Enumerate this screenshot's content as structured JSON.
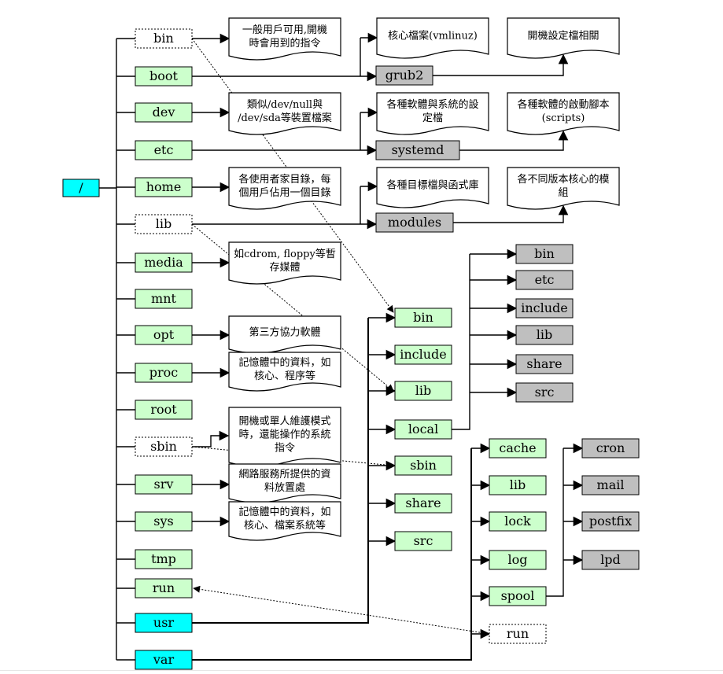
{
  "colors": {
    "green": "#ccffcc",
    "cyan": "#00ffff",
    "gray": "#bfbfbf",
    "white": "#ffffff",
    "line": "#000000"
  },
  "nodes": [
    {
      "id": "root",
      "label": "/",
      "style": "cyan",
      "name": "node-root"
    },
    {
      "id": "bin",
      "label": "bin",
      "style": "dashed",
      "name": "node-bin"
    },
    {
      "id": "boot",
      "label": "boot",
      "style": "green",
      "name": "node-boot"
    },
    {
      "id": "dev",
      "label": "dev",
      "style": "green",
      "name": "node-dev"
    },
    {
      "id": "etc",
      "label": "etc",
      "style": "green",
      "name": "node-etc"
    },
    {
      "id": "home",
      "label": "home",
      "style": "green",
      "name": "node-home"
    },
    {
      "id": "lib",
      "label": "lib",
      "style": "dashed",
      "name": "node-lib"
    },
    {
      "id": "media",
      "label": "media",
      "style": "green",
      "name": "node-media"
    },
    {
      "id": "mnt",
      "label": "mnt",
      "style": "green",
      "name": "node-mnt"
    },
    {
      "id": "opt",
      "label": "opt",
      "style": "green",
      "name": "node-opt"
    },
    {
      "id": "proc",
      "label": "proc",
      "style": "green",
      "name": "node-proc"
    },
    {
      "id": "root_dir",
      "label": "root",
      "style": "green",
      "name": "node-root-dir"
    },
    {
      "id": "sbin",
      "label": "sbin",
      "style": "dashed",
      "name": "node-sbin"
    },
    {
      "id": "srv",
      "label": "srv",
      "style": "green",
      "name": "node-srv"
    },
    {
      "id": "sys",
      "label": "sys",
      "style": "green",
      "name": "node-sys"
    },
    {
      "id": "tmp",
      "label": "tmp",
      "style": "green",
      "name": "node-tmp"
    },
    {
      "id": "run",
      "label": "run",
      "style": "green",
      "name": "node-run"
    },
    {
      "id": "usr",
      "label": "usr",
      "style": "cyan",
      "name": "node-usr"
    },
    {
      "id": "var",
      "label": "var",
      "style": "cyan",
      "name": "node-var"
    },
    {
      "id": "grub2",
      "label": "grub2",
      "style": "gray",
      "name": "node-grub2"
    },
    {
      "id": "systemd",
      "label": "systemd",
      "style": "gray",
      "name": "node-systemd"
    },
    {
      "id": "modules",
      "label": "modules",
      "style": "gray",
      "name": "node-modules"
    },
    {
      "id": "usr_bin",
      "label": "bin",
      "style": "green",
      "name": "node-usr-bin"
    },
    {
      "id": "usr_include",
      "label": "include",
      "style": "green",
      "name": "node-usr-include"
    },
    {
      "id": "usr_lib",
      "label": "lib",
      "style": "green",
      "name": "node-usr-lib"
    },
    {
      "id": "usr_local",
      "label": "local",
      "style": "green",
      "name": "node-usr-local"
    },
    {
      "id": "usr_sbin",
      "label": "sbin",
      "style": "green",
      "name": "node-usr-sbin"
    },
    {
      "id": "usr_share",
      "label": "share",
      "style": "green",
      "name": "node-usr-share"
    },
    {
      "id": "usr_src",
      "label": "src",
      "style": "green",
      "name": "node-usr-src"
    },
    {
      "id": "local_bin",
      "label": "bin",
      "style": "gray",
      "name": "node-local-bin"
    },
    {
      "id": "local_etc",
      "label": "etc",
      "style": "gray",
      "name": "node-local-etc"
    },
    {
      "id": "local_include",
      "label": "include",
      "style": "gray",
      "name": "node-local-include"
    },
    {
      "id": "local_lib",
      "label": "lib",
      "style": "gray",
      "name": "node-local-lib"
    },
    {
      "id": "local_share",
      "label": "share",
      "style": "gray",
      "name": "node-local-share"
    },
    {
      "id": "local_src",
      "label": "src",
      "style": "gray",
      "name": "node-local-src"
    },
    {
      "id": "var_cache",
      "label": "cache",
      "style": "green",
      "name": "node-var-cache"
    },
    {
      "id": "var_lib",
      "label": "lib",
      "style": "green",
      "name": "node-var-lib"
    },
    {
      "id": "var_lock",
      "label": "lock",
      "style": "green",
      "name": "node-var-lock"
    },
    {
      "id": "var_log",
      "label": "log",
      "style": "green",
      "name": "node-var-log"
    },
    {
      "id": "var_spool",
      "label": "spool",
      "style": "green",
      "name": "node-var-spool"
    },
    {
      "id": "var_run",
      "label": "run",
      "style": "dashed",
      "name": "node-var-run"
    },
    {
      "id": "spool_cron",
      "label": "cron",
      "style": "gray",
      "name": "node-spool-cron"
    },
    {
      "id": "spool_mail",
      "label": "mail",
      "style": "gray",
      "name": "node-spool-mail"
    },
    {
      "id": "spool_postfix",
      "label": "postfix",
      "style": "gray",
      "name": "node-spool-postfix"
    },
    {
      "id": "spool_lpd",
      "label": "lpd",
      "style": "gray",
      "name": "node-spool-lpd"
    }
  ],
  "notes": [
    {
      "id": "n_bin",
      "lines": [
        "一般用戶可用,開機",
        "時會用到的指令"
      ],
      "name": "note-bin"
    },
    {
      "id": "n_dev",
      "lines": [
        "類似/dev/null與",
        "/dev/sda等裝置檔案"
      ],
      "name": "note-dev"
    },
    {
      "id": "n_home",
      "lines": [
        "各使用者家目錄，每",
        "個用戶佔用一個目錄"
      ],
      "name": "note-home"
    },
    {
      "id": "n_media",
      "lines": [
        "如cdrom, floppy等暫",
        "存媒體"
      ],
      "name": "note-media"
    },
    {
      "id": "n_opt",
      "lines": [
        "第三方協力軟體"
      ],
      "name": "note-opt"
    },
    {
      "id": "n_proc",
      "lines": [
        "記憶體中的資料，如",
        "核心、程序等"
      ],
      "name": "note-proc"
    },
    {
      "id": "n_sbin",
      "lines": [
        "開機或單人維護模式",
        "時，還能操作的系統",
        "指令"
      ],
      "name": "note-sbin"
    },
    {
      "id": "n_srv",
      "lines": [
        "網路服務所提供的資",
        "料放置處"
      ],
      "name": "note-srv"
    },
    {
      "id": "n_sys",
      "lines": [
        "記憶體中的資料，如",
        "核心、檔案系統等"
      ],
      "name": "note-sys"
    },
    {
      "id": "n_kernel",
      "lines": [
        "核心檔案(vmlinuz)"
      ],
      "name": "note-kernel"
    },
    {
      "id": "n_bootcfg",
      "lines": [
        "開機設定檔相關"
      ],
      "name": "note-boot-config"
    },
    {
      "id": "n_etccfg",
      "lines": [
        "各種軟體與系統的設",
        "定檔"
      ],
      "name": "note-etc-config"
    },
    {
      "id": "n_scripts",
      "lines": [
        "各種軟體的啟動腳本",
        "(scripts)"
      ],
      "name": "note-scripts"
    },
    {
      "id": "n_libs",
      "lines": [
        "各種目標檔與函式庫"
      ],
      "name": "note-libraries"
    },
    {
      "id": "n_modules",
      "lines": [
        "各不同版本核心的模",
        "組"
      ],
      "name": "note-modules"
    }
  ]
}
